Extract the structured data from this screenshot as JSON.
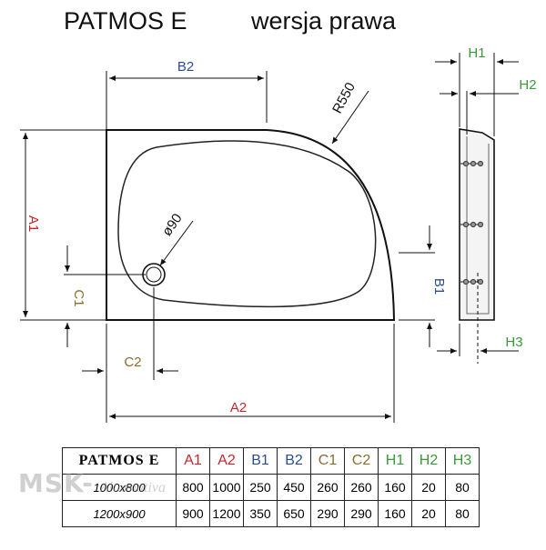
{
  "title": {
    "model": "PATMOS E",
    "variant": "wersja prawa"
  },
  "dimensions": {
    "A1": "A1",
    "A2": "A2",
    "B1": "B1",
    "B2": "B2",
    "C1": "C1",
    "C2": "C2",
    "H1": "H1",
    "H2": "H2",
    "H3": "H3",
    "radius": "R550",
    "drain": "ø90"
  },
  "colors": {
    "A": "#c0272d",
    "B": "#2b4d8f",
    "C": "#8a6d2f",
    "H": "#3a9a3a"
  },
  "table": {
    "header": [
      "PATMOS E",
      "A1",
      "A2",
      "B1",
      "B2",
      "C1",
      "C2",
      "H1",
      "H2",
      "H3"
    ],
    "rows": [
      [
        "1000x800",
        "800",
        "1000",
        "250",
        "450",
        "260",
        "260",
        "160",
        "20",
        "80"
      ],
      [
        "1200x900",
        "900",
        "1200",
        "350",
        "650",
        "290",
        "290",
        "160",
        "20",
        "80"
      ]
    ]
  },
  "watermark": {
    "brand": "MSK-",
    "rest": "Alternativa"
  }
}
